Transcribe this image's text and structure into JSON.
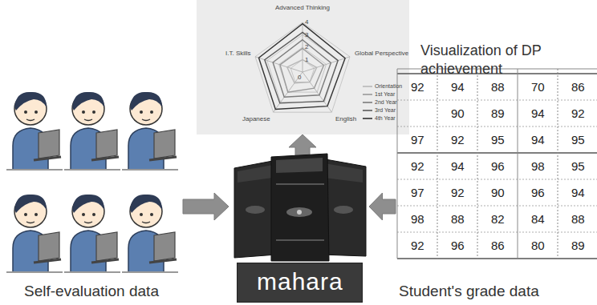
{
  "diagram": {
    "nodes": [
      {
        "text": [
          "Visualization of DP achievement"
        ]
      },
      {
        "text": [
          "Self-evaluation data"
        ]
      },
      {
        "text": [
          "mahara"
        ]
      },
      {
        "text": [
          "Student's grade data"
        ]
      }
    ],
    "edges": [
      {
        "from": 1,
        "to": 2,
        "arrow": "to"
      },
      {
        "from": 3,
        "to": 2,
        "arrow": "to"
      },
      {
        "from": 2,
        "to": 0,
        "arrow": "to"
      }
    ],
    "labels": [
      "Advanced Thinking",
      "Global Perspective",
      "English",
      "Japanese",
      "I.T. Skills",
      "4",
      "3",
      "2",
      "1",
      "0",
      "92",
      "94",
      "88",
      "70",
      "86",
      "90",
      "89",
      "94",
      "92",
      "97",
      "92",
      "95",
      "94",
      "95",
      "92",
      "94",
      "96",
      "98",
      "95",
      "97",
      "92",
      "90",
      "96",
      "94",
      "98",
      "88",
      "82",
      "84",
      "88",
      "92",
      "96",
      "86",
      "80",
      "89"
    ],
    "legend": [
      {
        "text": "Orientation"
      },
      {
        "text": "1st Year"
      },
      {
        "text": "2nd Year"
      },
      {
        "text": "3rd Year"
      },
      {
        "text": "4th Year"
      }
    ]
  }
}
